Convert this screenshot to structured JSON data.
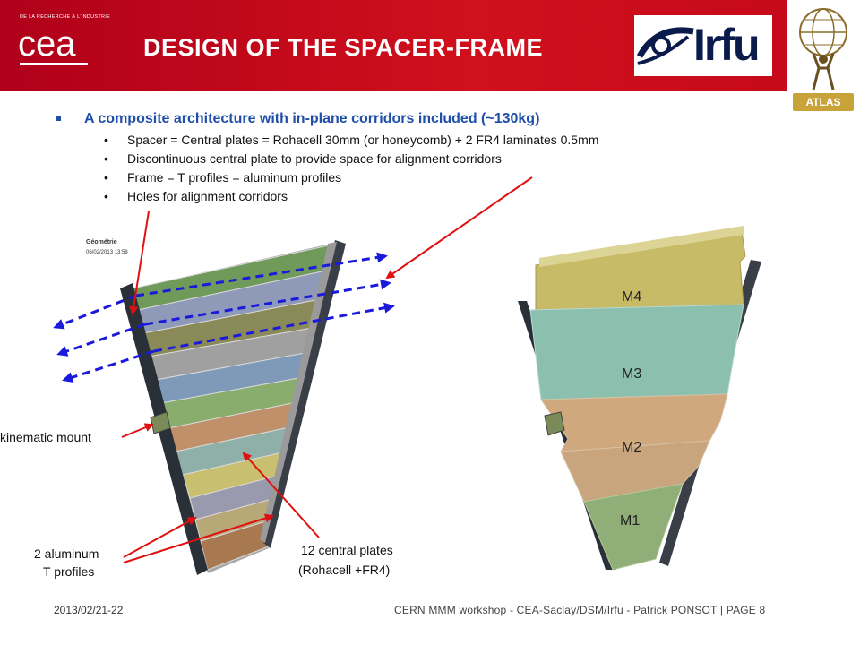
{
  "header": {
    "title": "DESIGN OF THE SPACER-FRAME",
    "cea_tagline": "DE LA RECHERCHE À L'INDUSTRIE",
    "cea_logo": "cea",
    "irfu_logo": "Irfu",
    "atlas_logo": "ATLAS"
  },
  "bullets": {
    "main": "A composite architecture with in-plane corridors included (~130kg)",
    "items": [
      "Spacer = Central plates = Rohacell 30mm (or honeycomb) + 2 FR4 laminates 0.5mm",
      "Discontinuous central plate to provide space for alignment corridors",
      "Frame = T profiles = aluminum profiles",
      "Holes for alignment corridors"
    ]
  },
  "left_figure": {
    "geometry_label": "Géométrie",
    "geometry_date": "06/02/2013 13:58"
  },
  "annotations": {
    "kinematic": "kinematic mount",
    "profiles_line1": "2 aluminum",
    "profiles_line2": "T profiles",
    "plates_line1": "12 central plates",
    "plates_line2": "(Rohacell +FR4)"
  },
  "right_figure": {
    "modules": [
      "M4",
      "M3",
      "M2",
      "M1"
    ]
  },
  "footer": {
    "date": "2013/02/21-22",
    "text": "CERN MMM workshop  -  CEA-Saclay/DSM/Irfu  -  Patrick PONSOT |  PAGE 8"
  },
  "colors": {
    "header_red": "#c4081a",
    "bullet_blue": "#1f4fa8",
    "arrow_red": "#e01010",
    "corridor_blue": "#1a1adc"
  }
}
